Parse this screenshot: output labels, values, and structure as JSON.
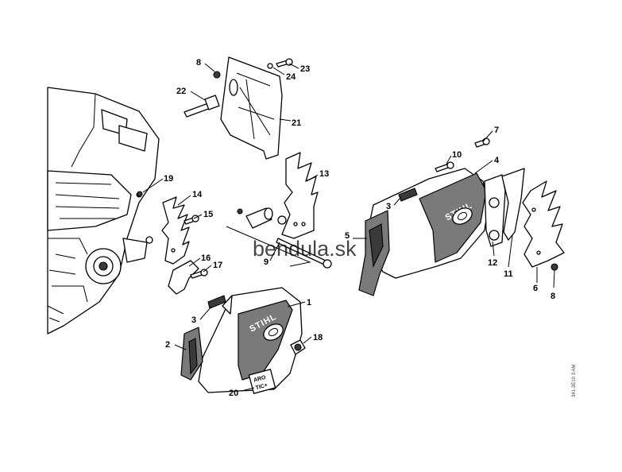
{
  "callouts": {
    "p8a": "8",
    "p22": "22",
    "p23": "23",
    "p24": "24",
    "p21": "21",
    "p19": "19",
    "p14": "14",
    "p15": "15",
    "p13": "13",
    "p16": "16",
    "p17": "17",
    "p9": "9",
    "p7": "7",
    "p10": "10",
    "p4": "4",
    "p3a": "3",
    "p5": "5",
    "p12": "12",
    "p11": "11",
    "p6": "6",
    "p8b": "8",
    "p1": "1",
    "p3b": "3",
    "p2": "2",
    "p18": "18",
    "p20": "20"
  },
  "watermark": "bendula.sk",
  "side_code": "341-3E10 3 AM",
  "brand_text": "STIHL",
  "sticker_text": [
    "ARO",
    "TIC+"
  ],
  "colors": {
    "line": "#000000",
    "shade": "#7a7a7a",
    "background": "#ffffff"
  }
}
